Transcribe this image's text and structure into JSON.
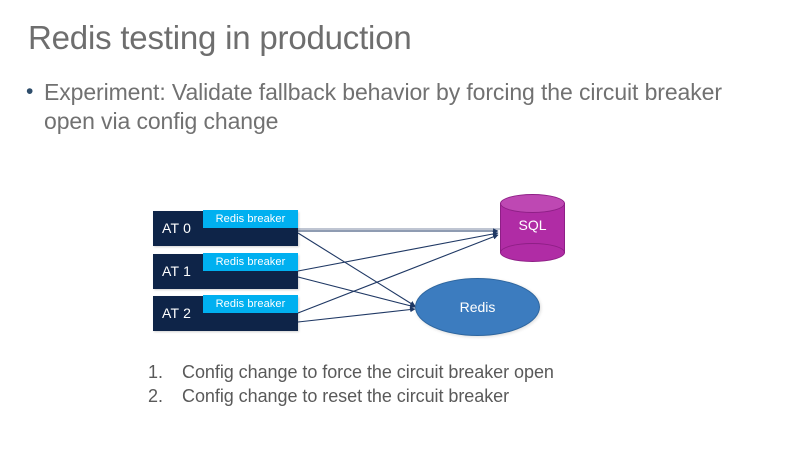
{
  "slide": {
    "title": "Redis testing in production",
    "bullet": {
      "marker": "•",
      "text": "Experiment: Validate fallback behavior by forcing the circuit breaker open via config change"
    }
  },
  "diagram": {
    "nodes": [
      {
        "id": "at0",
        "label": "AT 0",
        "chip_label": "Redis breaker"
      },
      {
        "id": "at1",
        "label": "AT 1",
        "chip_label": "Redis breaker"
      },
      {
        "id": "at2",
        "label": "AT 2",
        "chip_label": "Redis breaker"
      }
    ],
    "targets": {
      "sql": {
        "label": "SQL",
        "shape": "cylinder"
      },
      "redis": {
        "label": "Redis",
        "shape": "ellipse"
      }
    },
    "edges": [
      {
        "from": "at0",
        "to": "sql"
      },
      {
        "from": "at0",
        "to": "redis"
      },
      {
        "from": "at1",
        "to": "sql"
      },
      {
        "from": "at1",
        "to": "redis"
      },
      {
        "from": "at2",
        "to": "sql"
      },
      {
        "from": "at2",
        "to": "redis"
      }
    ]
  },
  "steps": [
    {
      "number": "1.",
      "text": "Config change to force the circuit breaker open"
    },
    {
      "number": "2.",
      "text": "Config change to reset the circuit breaker"
    }
  ],
  "colors": {
    "title_gray": "#6E6E6E",
    "body_gray": "#717171",
    "step_gray": "#595959",
    "node_navy": "#0E2448",
    "breaker_cyan": "#00B0F0",
    "sql_magenta": "#B02CA5",
    "sql_magenta_top": "#BE48B3",
    "redis_blue": "#3C7CBF",
    "connector_navy": "#1F3864",
    "connector_gray": "#BFC5D2",
    "slide_background": "#FFFFFF"
  }
}
